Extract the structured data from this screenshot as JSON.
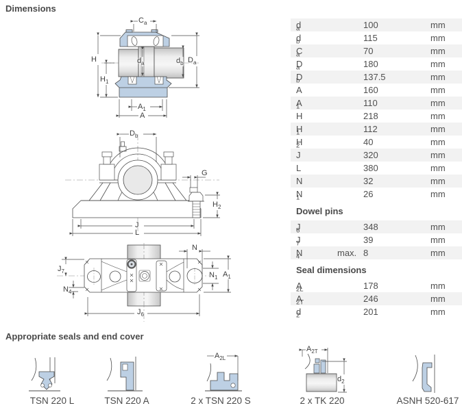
{
  "headings": {
    "dimensions": "Dimensions",
    "seals": "Appropriate seals and end cover"
  },
  "table": {
    "unit_default": "mm",
    "sections": [
      {
        "header": "",
        "rows": [
          {
            "base": "d",
            "sub": "a",
            "qualifier": "",
            "value": "100",
            "unit": "mm"
          },
          {
            "base": "d",
            "sub": "b",
            "qualifier": "",
            "value": "115",
            "unit": "mm"
          },
          {
            "base": "C",
            "sub": "a",
            "qualifier": "",
            "value": "70",
            "unit": "mm"
          },
          {
            "base": "D",
            "sub": "a",
            "qualifier": "",
            "value": "180",
            "unit": "mm"
          },
          {
            "base": "D",
            "sub": "b",
            "qualifier": "",
            "value": "137.5",
            "unit": "mm"
          },
          {
            "base": "A",
            "sub": "",
            "qualifier": "",
            "value": "160",
            "unit": "mm"
          },
          {
            "base": "A",
            "sub": "1",
            "qualifier": "",
            "value": "110",
            "unit": "mm"
          },
          {
            "base": "H",
            "sub": "",
            "qualifier": "",
            "value": "218",
            "unit": "mm"
          },
          {
            "base": "H",
            "sub": "1",
            "qualifier": "",
            "value": "112",
            "unit": "mm"
          },
          {
            "base": "H",
            "sub": "2",
            "qualifier": "",
            "value": "40",
            "unit": "mm"
          },
          {
            "base": "J",
            "sub": "",
            "qualifier": "",
            "value": "320",
            "unit": "mm"
          },
          {
            "base": "L",
            "sub": "",
            "qualifier": "",
            "value": "380",
            "unit": "mm"
          },
          {
            "base": "N",
            "sub": "",
            "qualifier": "",
            "value": "32",
            "unit": "mm"
          },
          {
            "base": "N",
            "sub": "1",
            "qualifier": "",
            "value": "26",
            "unit": "mm"
          }
        ]
      },
      {
        "header": "Dowel pins",
        "rows": [
          {
            "base": "J",
            "sub": "6",
            "qualifier": "",
            "value": "348",
            "unit": "mm"
          },
          {
            "base": "J",
            "sub": "7",
            "qualifier": "",
            "value": "39",
            "unit": "mm"
          },
          {
            "base": "N",
            "sub": "4",
            "qualifier": "max.",
            "value": "8",
            "unit": "mm"
          }
        ]
      },
      {
        "header": "Seal dimensions",
        "rows": [
          {
            "base": "A",
            "sub": "2L",
            "qualifier": "",
            "value": "178",
            "unit": "mm"
          },
          {
            "base": "A",
            "sub": "2T",
            "qualifier": "",
            "value": "246",
            "unit": "mm"
          },
          {
            "base": "d",
            "sub": "2",
            "qualifier": "",
            "value": "201",
            "unit": "mm"
          }
        ]
      }
    ]
  },
  "dim_labels": {
    "ca": {
      "base": "C",
      "sub": "a"
    },
    "h": {
      "base": "H",
      "sub": ""
    },
    "h1": {
      "base": "H",
      "sub": "1"
    },
    "h2": {
      "base": "H",
      "sub": "2"
    },
    "da": {
      "base": "d",
      "sub": "a"
    },
    "db": {
      "base": "d",
      "sub": "b"
    },
    "Da": {
      "base": "D",
      "sub": "a"
    },
    "Db": {
      "base": "D",
      "sub": "b"
    },
    "a": {
      "base": "A",
      "sub": ""
    },
    "a1": {
      "base": "A",
      "sub": "1"
    },
    "g": {
      "base": "G",
      "sub": ""
    },
    "j": {
      "base": "J",
      "sub": ""
    },
    "l": {
      "base": "L",
      "sub": ""
    },
    "n": {
      "base": "N",
      "sub": ""
    },
    "n1": {
      "base": "N",
      "sub": "1"
    },
    "n4": {
      "base": "N",
      "sub": "4"
    },
    "j6": {
      "base": "J",
      "sub": "6"
    },
    "j7": {
      "base": "J",
      "sub": "7"
    },
    "a2l": {
      "base": "A",
      "sub": "2L"
    },
    "a2t": {
      "base": "A",
      "sub": "2T"
    },
    "d2": {
      "base": "d",
      "sub": "2"
    }
  },
  "seals": {
    "items": [
      {
        "label": "TSN 220 L"
      },
      {
        "label": "TSN 220 A"
      },
      {
        "label": "2 x TSN 220 S"
      },
      {
        "label": "2 x TK 220"
      },
      {
        "label": "ASNH 520-617"
      }
    ]
  },
  "colors": {
    "housing_blue": "#bdd0e4",
    "row_shade": "#f2f2f2",
    "line": "#4a4a4a",
    "text": "#4f4f4f"
  }
}
